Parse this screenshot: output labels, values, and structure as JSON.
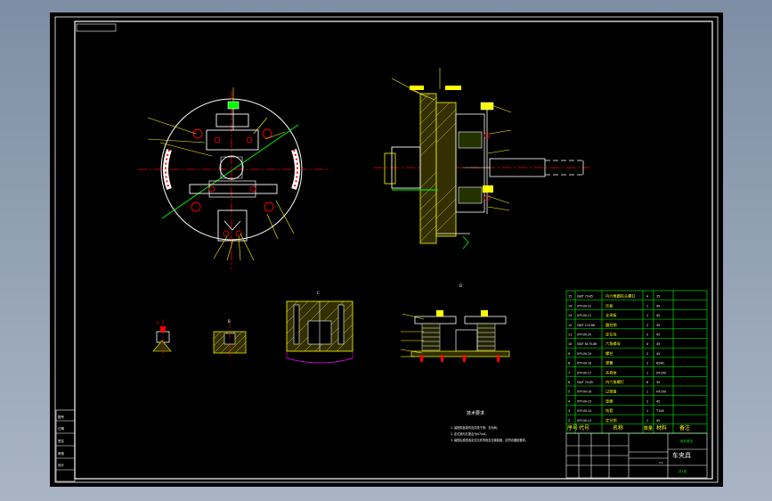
{
  "colors": {
    "viewport_top": "#7d8ea4",
    "viewport_bottom": "#a9b5c4",
    "drawing_bg": "#000000",
    "frame": "#ffffff",
    "centerline": "#ff0000",
    "hatch": "#ffff00",
    "part": "#00ff00",
    "leader": "#ffff00",
    "table": "#00ff00",
    "annotation": "#ff00ff",
    "text": "#ffffff"
  },
  "views": {
    "label_a": "A",
    "label_b": "B",
    "label_c": "C",
    "label_d": "D"
  },
  "tech_notes": {
    "title": "技术要求",
    "items": [
      "1. 装配前各零件应清洗干净，去毛刺。",
      "2. 定位销与孔配合为H7/n6。",
      "3. 装配后检查各定位元件的相互位置精度，应符合图纸要求。"
    ]
  },
  "bom": {
    "rows": [
      {
        "no": "15",
        "code": "GB/T 70-85",
        "name": "内六角圆柱头螺钉",
        "qty": "4",
        "mat": "35"
      },
      {
        "no": "14",
        "code": "XYY-00-22",
        "name": "压板",
        "qty": "1",
        "mat": "45"
      },
      {
        "no": "13",
        "code": "XYY-00-21",
        "name": "支承板",
        "qty": "1",
        "mat": "45"
      },
      {
        "no": "12",
        "code": "GB/T 119-86",
        "name": "圆柱销",
        "qty": "2",
        "mat": "35"
      },
      {
        "no": "11",
        "code": "XYY-00-20",
        "name": "定位块",
        "qty": "2",
        "mat": "45"
      },
      {
        "no": "10",
        "code": "GB/T 6170-86",
        "name": "六角螺母",
        "qty": "4",
        "mat": "35"
      },
      {
        "no": "9",
        "code": "XYY-00-19",
        "name": "螺柱",
        "qty": "2",
        "mat": "45"
      },
      {
        "no": "8",
        "code": "XYY-00-18",
        "name": "弹簧",
        "qty": "2",
        "mat": "65Mn"
      },
      {
        "no": "7",
        "code": "XYY-00-17",
        "name": "夹具体",
        "qty": "1",
        "mat": "HT200"
      },
      {
        "no": "6",
        "code": "GB/T 70-85",
        "name": "内六角螺钉",
        "qty": "6",
        "mat": "35"
      },
      {
        "no": "5",
        "code": "XYY-00-16",
        "name": "过渡盘",
        "qty": "1",
        "mat": "HT200"
      },
      {
        "no": "4",
        "code": "XYY-00-15",
        "name": "垫圈",
        "qty": "2",
        "mat": "45"
      },
      {
        "no": "3",
        "code": "XYY-00-14",
        "name": "钻套",
        "qty": "1",
        "mat": "T10A"
      },
      {
        "no": "2",
        "code": "XYY-00-13",
        "name": "定位销",
        "qty": "1",
        "mat": "45"
      }
    ],
    "header": [
      "序号",
      "代号",
      "名称",
      "数量",
      "材料",
      "备注"
    ]
  },
  "title_block": {
    "drawing_name": "车夹具",
    "school": "设计单位",
    "scale": "1:1",
    "sheet": "共1张",
    "left_labels": [
      "图号",
      "日期",
      "签名",
      "审核",
      "设计"
    ]
  }
}
